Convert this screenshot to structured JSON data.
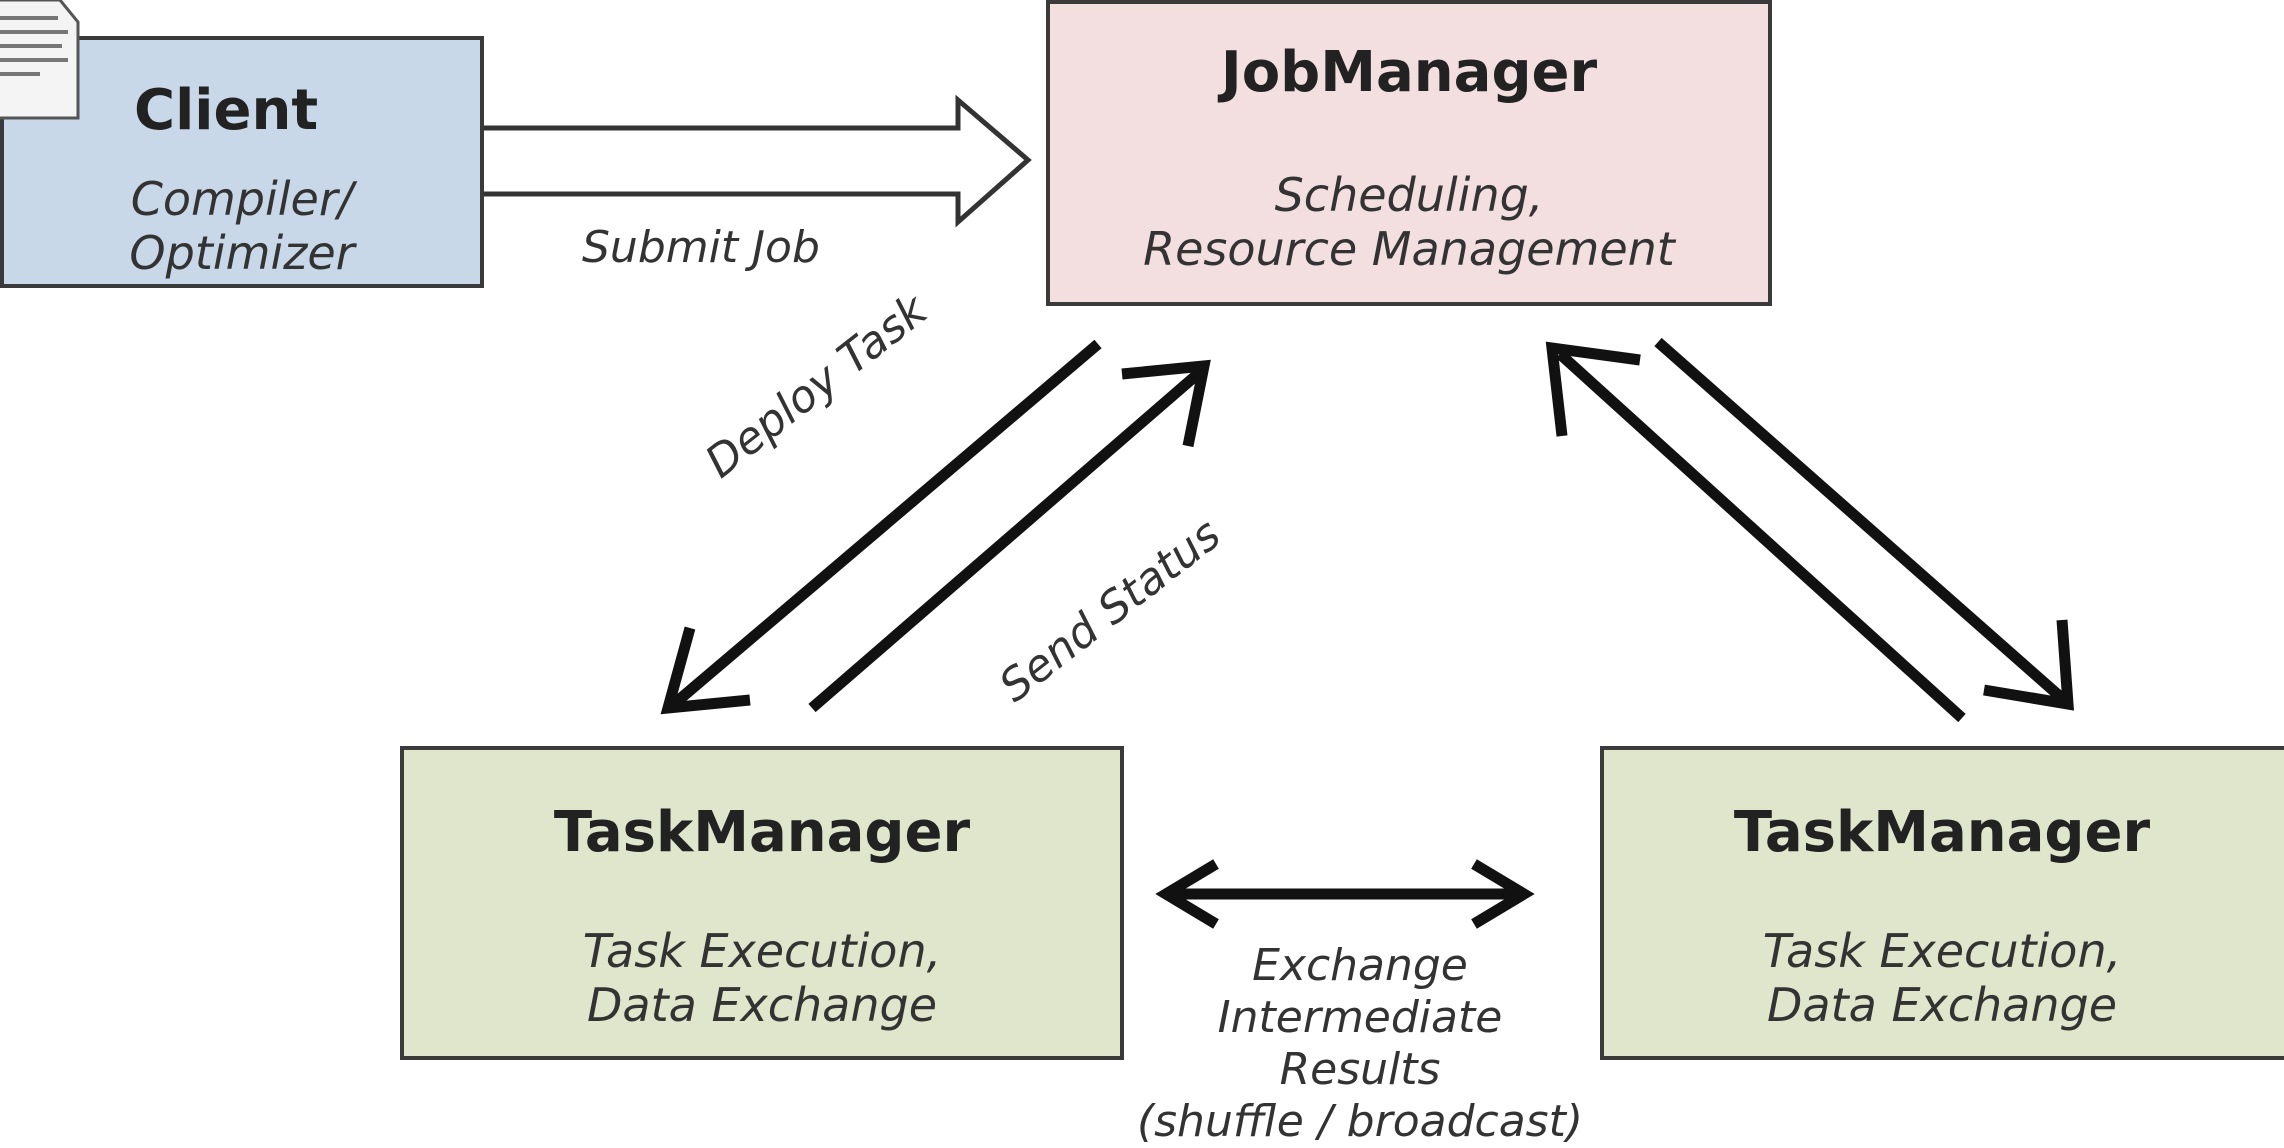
{
  "client": {
    "title": "Client",
    "subtitle_line1": "Compiler/",
    "subtitle_line2": "Optimizer"
  },
  "jobmanager": {
    "title": "JobManager",
    "subtitle_line1": "Scheduling,",
    "subtitle_line2": "Resource Management"
  },
  "taskmanager_left": {
    "title": "TaskManager",
    "subtitle_line1": "Task Execution,",
    "subtitle_line2": "Data Exchange"
  },
  "taskmanager_right": {
    "title": "TaskManager",
    "subtitle_line1": "Task Execution,",
    "subtitle_line2": "Data Exchange"
  },
  "labels": {
    "submit_job": "Submit Job",
    "deploy_task": "Deploy Task",
    "send_status": "Send Status",
    "exchange_line1": "Exchange",
    "exchange_line2": "Intermediate",
    "exchange_line3": "Results",
    "exchange_line4": "(shuffle / broadcast)"
  },
  "colors": {
    "client_fill": "#c9d8e8",
    "jobmanager_fill": "#f3dfe0",
    "taskmanager_fill": "#dfe6cb",
    "border": "#3a3a3a",
    "arrow": "#111111"
  },
  "icons": [
    "document-icon"
  ]
}
